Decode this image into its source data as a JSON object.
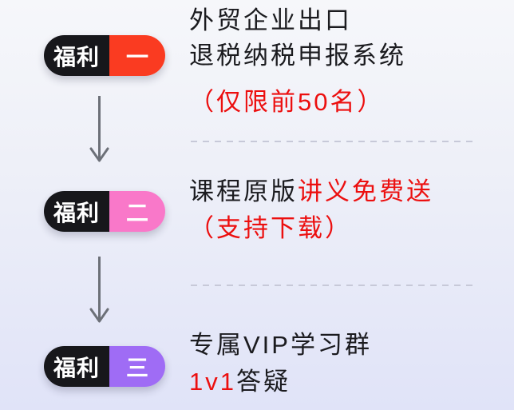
{
  "colors": {
    "background_top": "#F6F7FA",
    "background_bottom": "#E0E3F8",
    "badge_base_black": "#17171B",
    "badge_text": "#FFFFFF",
    "text_primary": "#1B1B1F",
    "text_highlight_red": "#EC0F0F",
    "arrow_gray": "#6C7078",
    "divider_gray": "#C7C9D8"
  },
  "benefits": [
    {
      "badge": {
        "label": "福利",
        "number": "一",
        "accent_color": "#FA3B21"
      },
      "line1": "外贸企业出口",
      "line2": "退税纳税申报系统",
      "line3": "（仅限前50名）"
    },
    {
      "badge": {
        "label": "福利",
        "number": "二",
        "accent_color": "#F978C9"
      },
      "line1_dark": "课程原版",
      "line1_red": "讲义免费送",
      "line2": "（支持下载）"
    },
    {
      "badge": {
        "label": "福利",
        "number": "三",
        "accent_color": "#9F6CF5"
      },
      "line1": "专属VIP学习群",
      "line2_red": "1v1",
      "line2_dark": "答疑"
    }
  ]
}
